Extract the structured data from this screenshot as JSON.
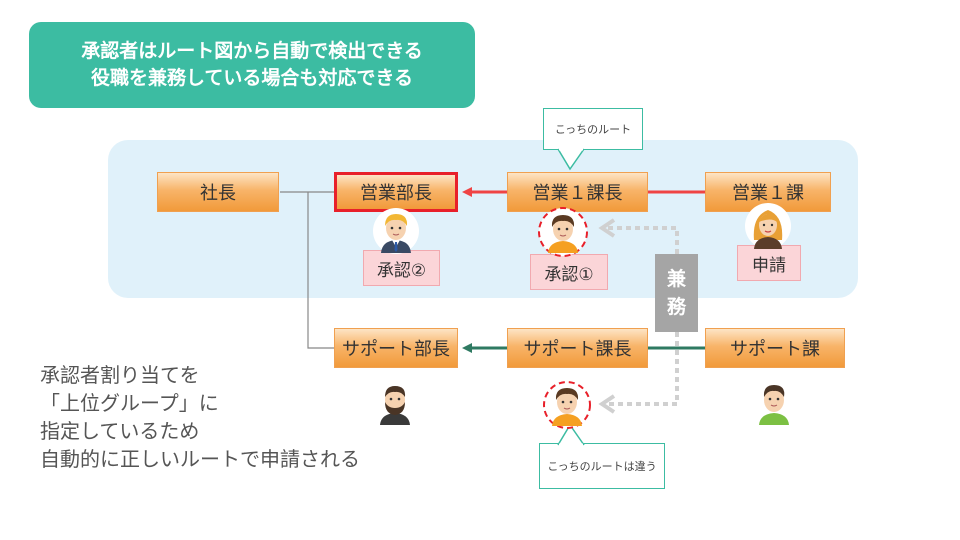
{
  "banner": {
    "line1": "承認者はルート図から自動で検出できる",
    "line2": "役職を兼務している場合も対応できる"
  },
  "boxes": {
    "president": "社長",
    "sales_manager": "営業部長",
    "sales_section_chief": "営業１課長",
    "sales_section": "営業１課",
    "support_manager": "サポート部長",
    "support_chief": "サポート課長",
    "support_section": "サポート課"
  },
  "tags": {
    "approval2": "承認②",
    "approval1": "承認①",
    "request": "申請"
  },
  "callouts": {
    "this_route": "こっちのルート",
    "other_route": "こっちのルートは違う"
  },
  "kenmu": {
    "char1": "兼",
    "char2": "務"
  },
  "note": {
    "line1": "承認者割り当てを",
    "line2": "「上位グループ」に",
    "line3": "指定しているため",
    "line4": "自動的に正しいルートで申請される"
  },
  "colors": {
    "accent": "#3cbca2",
    "route_bg": "#e0f1fa",
    "red_arrow": "#ef4444",
    "green_arrow": "#2f7a62",
    "highlight_border": "#e8202a"
  }
}
